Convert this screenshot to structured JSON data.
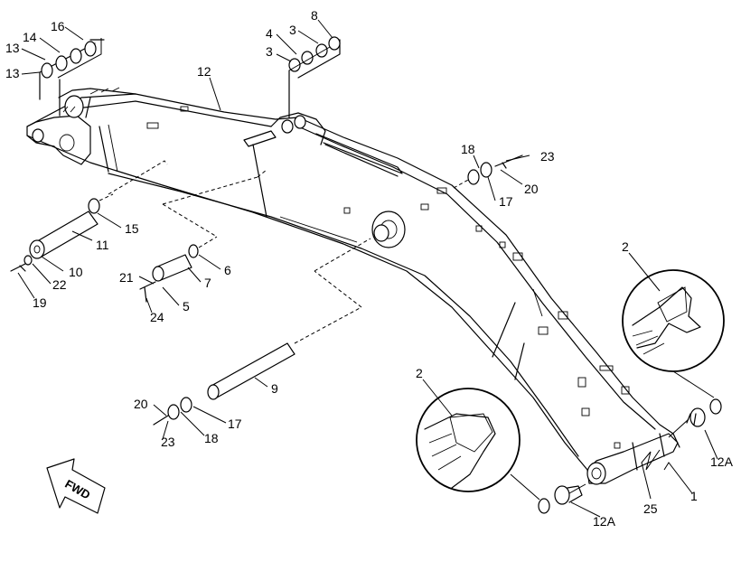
{
  "direction_label": "FWD",
  "callouts": {
    "c16": "16",
    "c14": "14",
    "c13a": "13",
    "c13b": "13",
    "c12": "12",
    "c4": "4",
    "c3a": "3",
    "c3b": "3",
    "c8": "8",
    "c18a": "18",
    "c23a": "23",
    "c20a": "20",
    "c17a": "17",
    "c2a": "2",
    "c2b": "2",
    "c15": "15",
    "c11": "11",
    "c10": "10",
    "c22": "22",
    "c19": "19",
    "c6": "6",
    "c7": "7",
    "c21": "21",
    "c5": "5",
    "c24": "24",
    "c9": "9",
    "c20b": "20",
    "c23b": "23",
    "c18b": "18",
    "c17b": "17",
    "c12a_right": "12A",
    "c12a_bottom": "12A",
    "c25": "25",
    "c1": "1"
  }
}
